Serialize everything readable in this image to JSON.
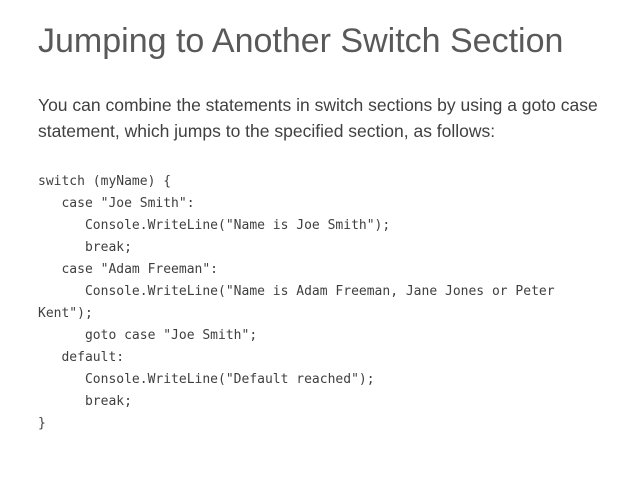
{
  "slide": {
    "title": "Jumping to Another Switch Section",
    "body": "You can combine the statements in switch sections by using a goto case statement, which jumps to the specified section, as follows:",
    "code": {
      "language": "csharp",
      "lines": [
        "switch (myName) {",
        "   case \"Joe Smith\":",
        "      Console.WriteLine(\"Name is Joe Smith\");",
        "      break;",
        "   case \"Adam Freeman\":",
        "      Console.WriteLine(\"Name is Adam Freeman, Jane Jones or Peter",
        "Kent\");",
        "      goto case \"Joe Smith\";",
        "   default:",
        "      Console.WriteLine(\"Default reached\");",
        "      break;",
        "}"
      ]
    },
    "colors": {
      "background": "#ffffff",
      "title_text": "#595959",
      "body_text": "#404040",
      "code_text": "#3f3f3f"
    }
  }
}
